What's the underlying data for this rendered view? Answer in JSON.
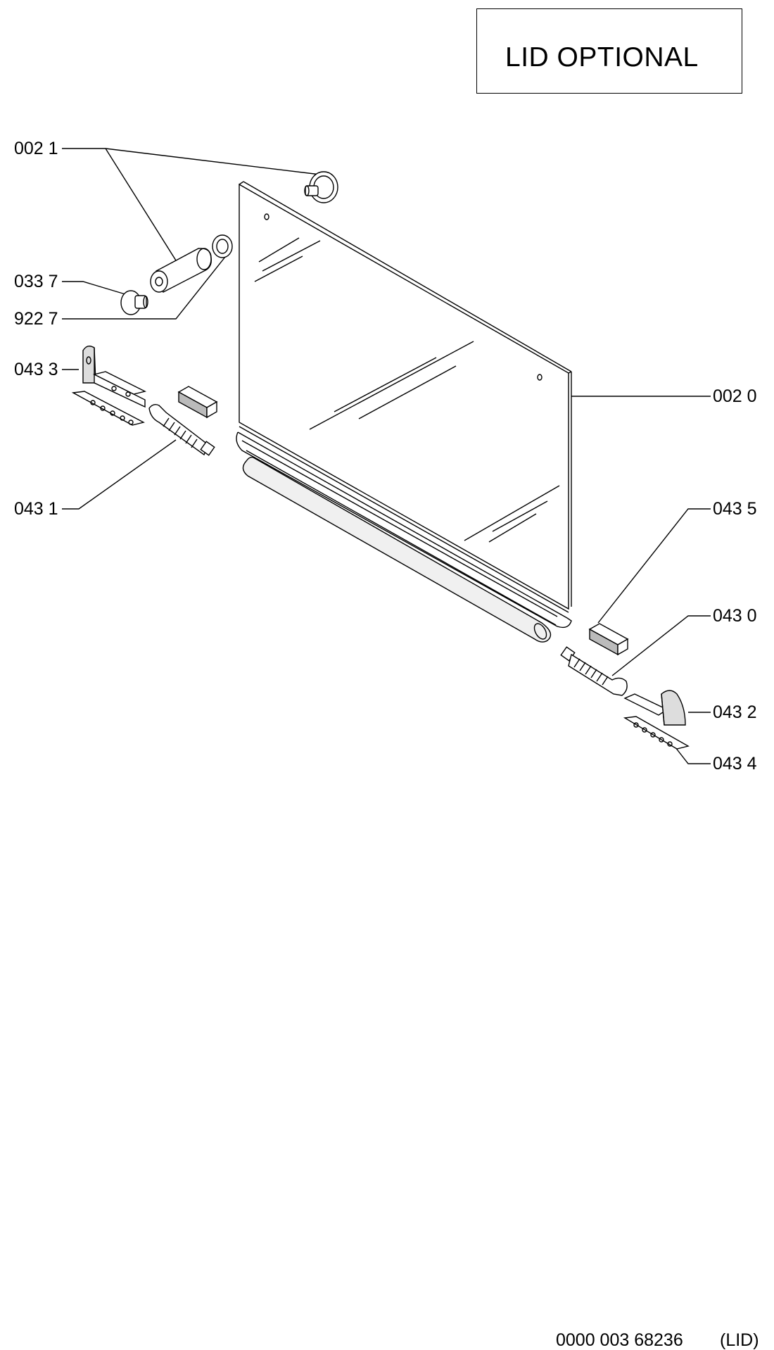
{
  "title": "LID OPTIONAL",
  "callouts": {
    "c0021": "002 1",
    "c0337": "033 7",
    "c9227": "922 7",
    "c0433": "043 3",
    "c0431": "043 1",
    "c0020": "002 0",
    "c0435": "043 5",
    "c0430": "043 0",
    "c0432": "043 2",
    "c0434": "043 4"
  },
  "footer": {
    "doc_number": "0000 003 68236",
    "doc_suffix": "(LID)"
  }
}
